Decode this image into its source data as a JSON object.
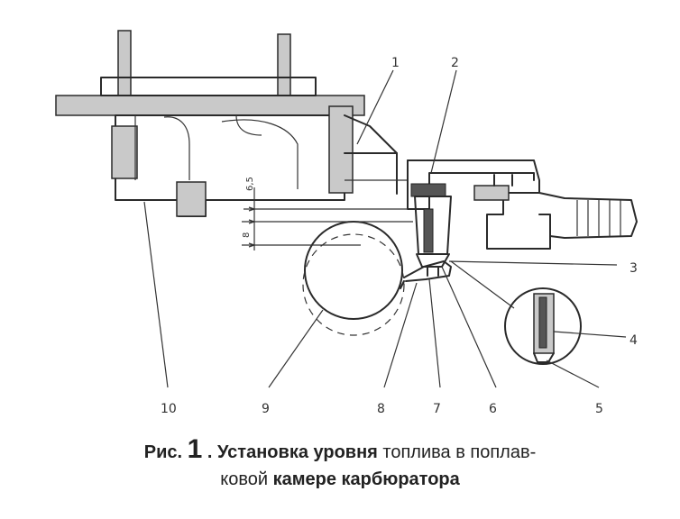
{
  "diagram": {
    "dimensions": {
      "d1": "6,5",
      "d2": "8"
    },
    "labels": [
      "1",
      "2",
      "3",
      "4",
      "5",
      "6",
      "7",
      "8",
      "9",
      "10"
    ]
  },
  "caption": {
    "prefix": "Рис.",
    "number": "1",
    "dot": ".",
    "bold1": "Установка уровня",
    "normal1": "топлива в поплав-",
    "normal2": "ковой",
    "bold2": "камере карбюратора"
  }
}
